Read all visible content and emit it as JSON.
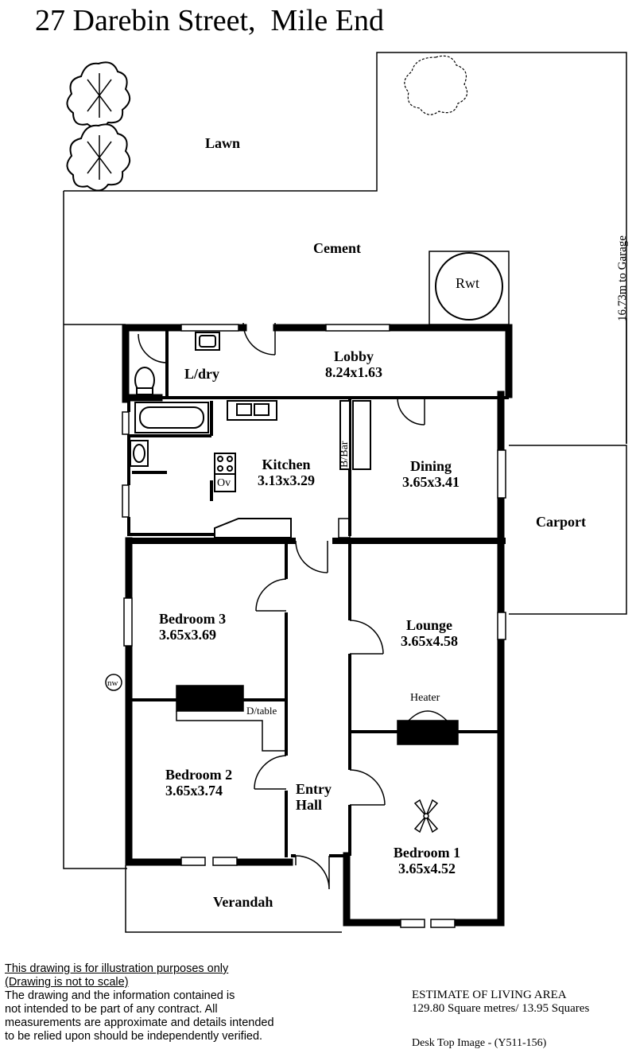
{
  "title": "27 Darebin Street,  Mile End",
  "outdoor": {
    "lawn": "Lawn",
    "cement": "Cement",
    "carport": "Carport",
    "verandah": "Verandah",
    "rwt": "Rwt",
    "garage_distance": "16.73m to Garage"
  },
  "rooms": {
    "laundry": {
      "name": "L/dry"
    },
    "lobby": {
      "name": "Lobby",
      "size": "8.24x1.63"
    },
    "kitchen": {
      "name": "Kitchen",
      "size": "3.13x3.29"
    },
    "dining": {
      "name": "Dining",
      "size": "3.65x3.41"
    },
    "bedroom3": {
      "name": "Bedroom 3",
      "size": "3.65x3.69"
    },
    "lounge": {
      "name": "Lounge",
      "size": "3.65x4.58"
    },
    "bedroom2": {
      "name": "Bedroom 2",
      "size": "3.65x3.74"
    },
    "entry_hall": {
      "name_line1": "Entry",
      "name_line2": "Hall"
    },
    "bedroom1": {
      "name": "Bedroom 1",
      "size": "3.65x4.52"
    }
  },
  "fixtures": {
    "bbar": "B/Bar",
    "oven": "Ov",
    "dtable": "D/table",
    "heater": "Heater",
    "nw": "nw"
  },
  "disclaimer": {
    "line1": "This drawing is for illustration purposes only",
    "line2": "(Drawing is not to scale)",
    "line3": "The drawing and the information contained is",
    "line4": "not intended to be part of any contract.  All",
    "line5": "measurements are approximate and details intended",
    "line6": "to be relied upon should be independently verified."
  },
  "estimate": {
    "heading": "ESTIMATE OF LIVING AREA",
    "value": "129.80 Square metres/  13.95 Squares"
  },
  "footer": {
    "desktop": "Desk Top Image -  (Y511-156)"
  }
}
